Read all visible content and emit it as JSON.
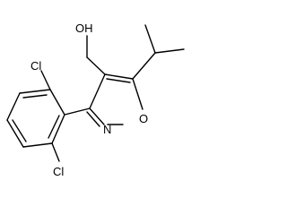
{
  "molecule": {
    "atom_labels": {
      "hydroxyl": "OH",
      "ring_oxygen": "O",
      "ring_nitrogen": "N",
      "chlorine_top": "Cl",
      "chlorine_bottom": "Cl"
    },
    "colors": {
      "bond": "#000000",
      "label": "#000000",
      "background": "#ffffff"
    }
  }
}
